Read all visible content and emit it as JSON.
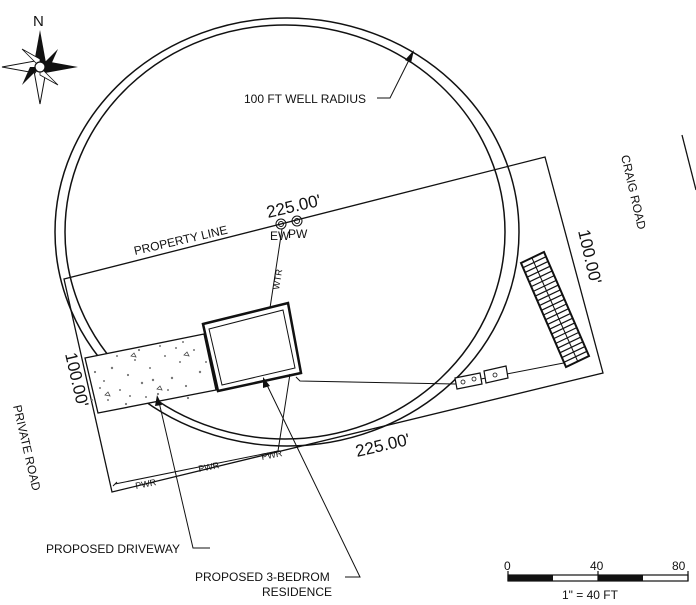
{
  "north_label": "N",
  "labels": {
    "well_radius": "100 FT WELL RADIUS",
    "property_line": "PROPERTY LINE",
    "ew": "EW",
    "pw": "PW",
    "wtr": "WTR",
    "craig_road": "CRAIG ROAD",
    "private_road": "PRIVATE ROAD",
    "driveway": "PROPOSED DRIVEWAY",
    "residence_line1": "PROPOSED 3-BEDROM",
    "residence_line2": "RESIDENCE",
    "pwr": "PWR"
  },
  "dimensions": {
    "top": "225.00'",
    "bottom": "225.00'",
    "left": "100.00'",
    "right": "100.00'"
  },
  "scale_bar": {
    "ticks": [
      "0",
      "40",
      "80"
    ],
    "caption": "1\" = 40 FT"
  }
}
